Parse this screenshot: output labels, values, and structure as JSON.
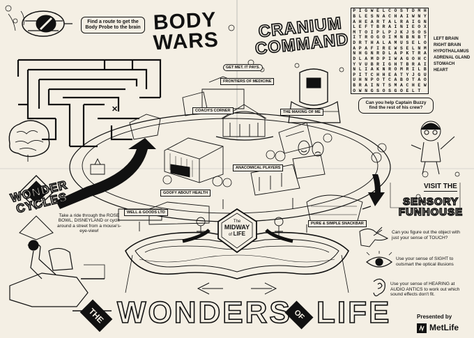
{
  "maze": {
    "instruction": "Find a route to get the Body Probe to the brain"
  },
  "titles": {
    "body_wars": [
      "BODY",
      "WARS"
    ],
    "cranium_command": [
      "CRANIUM",
      "COMMAND"
    ],
    "wonder_cycles": [
      "WONDER",
      "CYCLES"
    ],
    "visit_the": "VISIT THE",
    "sensory_funhouse": [
      "SENSORY",
      "FUNHOUSE"
    ],
    "main": {
      "the": "THE",
      "wonders": "WONDERS",
      "of": "OF",
      "life": "LIFE"
    },
    "midway": {
      "the": "The",
      "midway": "MIDWAY",
      "of": "of",
      "life": "LIFE"
    }
  },
  "word_search": {
    "grid": [
      "PIGWELCOSTDMH",
      "BLESNACHAIWNY",
      "AHEARTALRAIGN",
      "LEFTBRAINIEOX",
      "MTOIPLPJKJSOS",
      "ITROGOIMNBNBT",
      "DRTHALAMUSELO",
      "APAFIREWSELNM",
      "NHGNRDLAPKTRA",
      "DLAMDPIWAGOHC",
      "YVUBRIGHTBRAI",
      "NLIAKNROMRILB",
      "PITCHHEATYJGU",
      "UHNPOTCABOTA",
      "OBRAINTSMACHE",
      "WOWNGSOSGOELT"
    ],
    "words": [
      "LEFT BRAIN",
      "RIGHT BRAIN",
      "HYPOTHALAMUS",
      "ADRENAL GLAND",
      "STOMACH",
      "HEART"
    ]
  },
  "buzzy_prompt": "Can you help Captain Buzzy find the rest of his crew?",
  "signs": {
    "get_met": "GET MET. IT PAYS.",
    "frontiers": "FRONTIERS OF MEDICINE",
    "coachs": "COACH'S CORNER",
    "making": "THE MAKING OF ME",
    "anacomical": "ANACOMICAL PLAYERS",
    "goofy": "GOOFY ABOUT HEALTH",
    "well": "WELL & GOODS LTD",
    "pure": "PURE & SIMPLE SNACKBAR"
  },
  "wonder_cycles_text": "Take a ride through the ROSE BOWL, DISNEYLAND or cycle around a street from a mouse's-eye-view!",
  "funhouse": {
    "touch": "Can you figure out the object with just your sense of TOUCH?",
    "sight": "Use your sense of SIGHT to outsmart the optical illusions",
    "hearing": "Use your sense of HEARING at AUDIO ANTICS to work out which sound effects don't fit."
  },
  "presented_by": "Presented by",
  "sponsor": "MetLife"
}
